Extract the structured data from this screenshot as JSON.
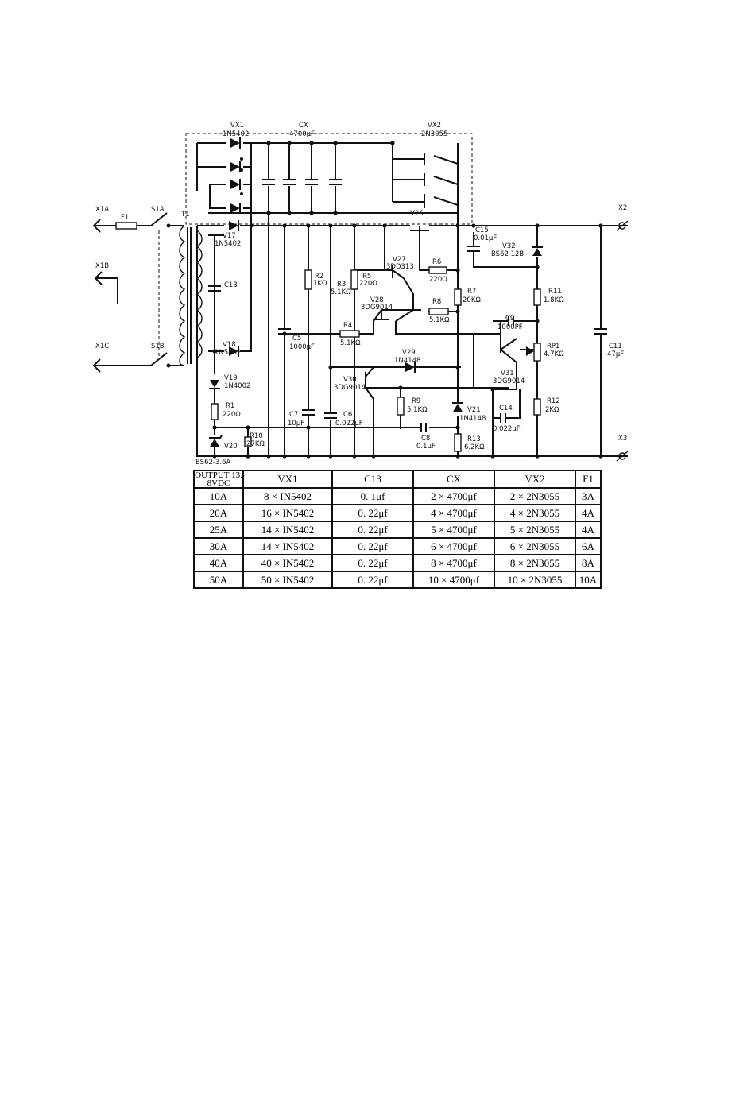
{
  "schematic": {
    "terminals": {
      "x1a": "X1A",
      "x1b": "X1B",
      "x1c": "X1C",
      "x2": "X2",
      "x3": "X3"
    },
    "parts": {
      "f1": "F1",
      "s1a": "S1A",
      "s1b": "S1B",
      "t1": "T1",
      "vx1_name": "VX1",
      "vx1_value": "1N5402",
      "cx_name": "CX",
      "cx_value": "4700μF",
      "vx2_name": "VX2",
      "vx2_value": "2N3055",
      "v26": "V26",
      "v17_name": "V17",
      "v17_value": "1N5402",
      "c13": "C13",
      "v18_name": "V18",
      "v18_value": "1N5402",
      "v19_name": "V19",
      "v19_value": "1N4002",
      "r1_name": "R1",
      "r1_value": "220Ω",
      "v20": "V20",
      "bs62": "BS62-3.6A",
      "r10_name": "R10",
      "r10_value": "27KΩ",
      "c5_name": "C5",
      "c5_value": "1000μF",
      "c7_name": "C7",
      "c7_value": "10μF",
      "r2_name": "R2",
      "r2_value": "1KΩ",
      "r3_name": "R3",
      "r3_value": "5.1KΩ",
      "c6_name": "C6",
      "c6_value": "0.022μF",
      "r5_name": "R5",
      "r5_value": "220Ω",
      "v27_name": "V27",
      "v27_value": "3DD313",
      "r6_name": "R6",
      "r6_value": "220Ω",
      "v28_name": "V28",
      "v28_value": "3DG9014",
      "r8_name": "R8",
      "r8_value": "5.1KΩ",
      "r4_name": "R4",
      "r4_value": "5.1KΩ",
      "v29_name": "V29",
      "v29_value": "1N4148",
      "v30_name": "V30",
      "v30_value": "3DG9014",
      "r9_name": "R9",
      "r9_value": "5.1KΩ",
      "c8_name": "C8",
      "c8_value": "0.1μF",
      "c15_name": "C15",
      "c15_value": "0.01μF",
      "v32_name": "V32",
      "v32_value": "BS62 12B",
      "r7_name": "R7",
      "r7_value": "20KΩ",
      "c9_name": "C9",
      "c9_value": "1000PF",
      "v31_name": "V31",
      "v31_value": "3DG9014",
      "v21_name": "V21",
      "v21_value": "1N4148",
      "c14_name": "C14",
      "c14_value": "0.022μF",
      "r13_name": "R13",
      "r13_value": "6.2KΩ",
      "r11_name": "R11",
      "r11_value": "1.8KΩ",
      "rp1_name": "RP1",
      "rp1_value": "4.7KΩ",
      "r12_name": "R12",
      "r12_value": "2KΩ",
      "c11_name": "C11",
      "c11_value": "47μF"
    }
  },
  "table": {
    "headers": [
      "OUTPUT 13. 8VDC",
      "VX1",
      "C13",
      "CX",
      "VX2",
      "F1"
    ],
    "rows": [
      [
        "10A",
        "8 × IN5402",
        "0. 1μf",
        "2 × 4700μf",
        "2 × 2N3055",
        "3A"
      ],
      [
        "20A",
        "16 × IN5402",
        "0. 22μf",
        "4 × 4700μf",
        "4 × 2N3055",
        "4A"
      ],
      [
        "25A",
        "14 × IN5402",
        "0. 22μf",
        "5 × 4700μf",
        "5 × 2N3055",
        "4A"
      ],
      [
        "30A",
        "14 × IN5402",
        "0. 22μf",
        "6 × 4700μf",
        "6 × 2N3055",
        "6A"
      ],
      [
        "40A",
        "40 × IN5402",
        "0. 22μf",
        "8 × 4700μf",
        "8 × 2N3055",
        "8A"
      ],
      [
        "50A",
        "50 × IN5402",
        "0. 22μf",
        "10 × 4700μf",
        "10 × 2N3055",
        "10A"
      ]
    ]
  }
}
